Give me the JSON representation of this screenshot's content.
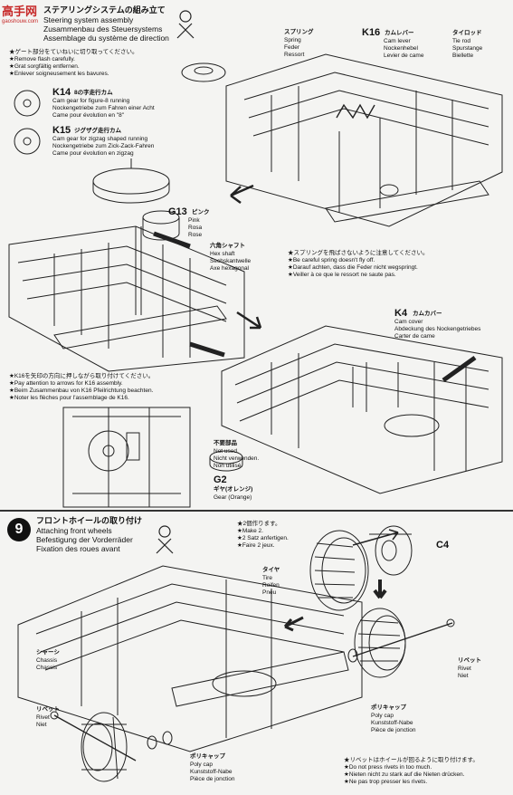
{
  "watermark": {
    "title": "高手网",
    "url": "gaoshouw.com"
  },
  "step8": {
    "header": {
      "ja": "ステアリングシステムの組み立て",
      "en": "Steering system assembly",
      "de": "Zusammenbau des Steuersystems",
      "fr": "Assemblage du système de direction"
    },
    "gate_note": [
      "★ゲート部分をていねいに切り取ってください。",
      "★Remove flash carefully.",
      "★Grat sorgfältig entfernen.",
      "★Enlever soigneusement les bavures."
    ],
    "k14": {
      "code": "K14",
      "ja": "8の字走行カム",
      "lines": [
        "Cam gear for figure-8 running",
        "Nockengetriebe zum Fahren einer Acht",
        "Came pour évolution en \"8\""
      ]
    },
    "k15": {
      "code": "K15",
      "ja": "ジグザグ走行カム",
      "lines": [
        "Cam gear for zigzag shaped running",
        "Nockengetriebe zum Zick-Zack-Fahren",
        "Came pour évolution en zigzag"
      ]
    },
    "g13": {
      "code": "G13",
      "ja": "ピンク",
      "lines": [
        "Pink",
        "Rosa",
        "Rose"
      ]
    },
    "shaft": {
      "ja": "六角シャフト",
      "lines": [
        "Hex shaft",
        "Sechskantwelle",
        "Axe hexagonal"
      ]
    },
    "spring": {
      "ja": "スプリング",
      "lines": [
        "Spring",
        "Feder",
        "Ressort"
      ]
    },
    "k16": {
      "code": "K16",
      "ja": "カムレバー",
      "lines": [
        "Cam lever",
        "Nockenhebel",
        "Levier de came"
      ]
    },
    "tierod": {
      "ja": "タイロッド",
      "lines": [
        "Tie rod",
        "Spurstange",
        "Biellette"
      ]
    },
    "spring_note": [
      "★スプリングを飛ばさないように注意してください。",
      "★Be careful spring doesn't fly off.",
      "★Darauf achten, dass die Feder nicht wegspringt.",
      "★Veiller à ce que le ressort ne saute pas."
    ],
    "k4": {
      "code": "K4",
      "ja": "カムカバー",
      "lines": [
        "Cam cover",
        "Abdeckung des Nockengetriebes",
        "Carter de came"
      ]
    },
    "k16_note": [
      "★K16を矢印の方向に押しながら取り付けてください。",
      "★Pay attention to arrows for K16 assembly.",
      "★Beim Zusammenbau von K16 Pfeilrichtung beachten.",
      "★Noter les flèches pour l'assemblage de K16."
    ],
    "unused": {
      "ja": "不要部品",
      "lines": [
        "Not used.",
        "Nicht verwenden.",
        "Non utilisé."
      ]
    },
    "g2": {
      "code": "G2",
      "ja": "ギヤ(オレンジ)",
      "lines": [
        "Gear (Orange)"
      ]
    }
  },
  "step9": {
    "number": "9",
    "header": {
      "ja": "フロントホイールの取り付け",
      "en": "Attaching front wheels",
      "de": "Befestigung der Vorderräder",
      "fr": "Fixation des roues avant"
    },
    "make2": [
      "★2個作ります。",
      "★Make 2.",
      "★2 Satz anfertigen.",
      "★Faire 2 jeux."
    ],
    "c4": {
      "code": "C4"
    },
    "tire": {
      "ja": "タイヤ",
      "lines": [
        "Tire",
        "Reifen",
        "Pneu"
      ]
    },
    "chassis": {
      "ja": "シャーシ",
      "lines": [
        "Chassis",
        "Chassis"
      ]
    },
    "rivet_right": {
      "ja": "リベット",
      "lines": [
        "Rivet",
        "Niet"
      ]
    },
    "rivet_left": {
      "ja": "リベット",
      "lines": [
        "Rivet",
        "Niet"
      ]
    },
    "polycap_right": {
      "ja": "ポリキャップ",
      "lines": [
        "Poly cap",
        "Kunststoff-Nabe",
        "Pièce de jonction"
      ]
    },
    "polycap_left": {
      "ja": "ポリキャップ",
      "lines": [
        "Poly cap",
        "Kunststoff-Nabe",
        "Pièce de jonction"
      ]
    },
    "rivet_note": [
      "★リベットはホイールが回るように取り付けます。",
      "★Do not press rivets in too much.",
      "★Nieten nicht zu stark auf die Nieten drücken.",
      "★Ne pas trop presser les rivets."
    ]
  }
}
